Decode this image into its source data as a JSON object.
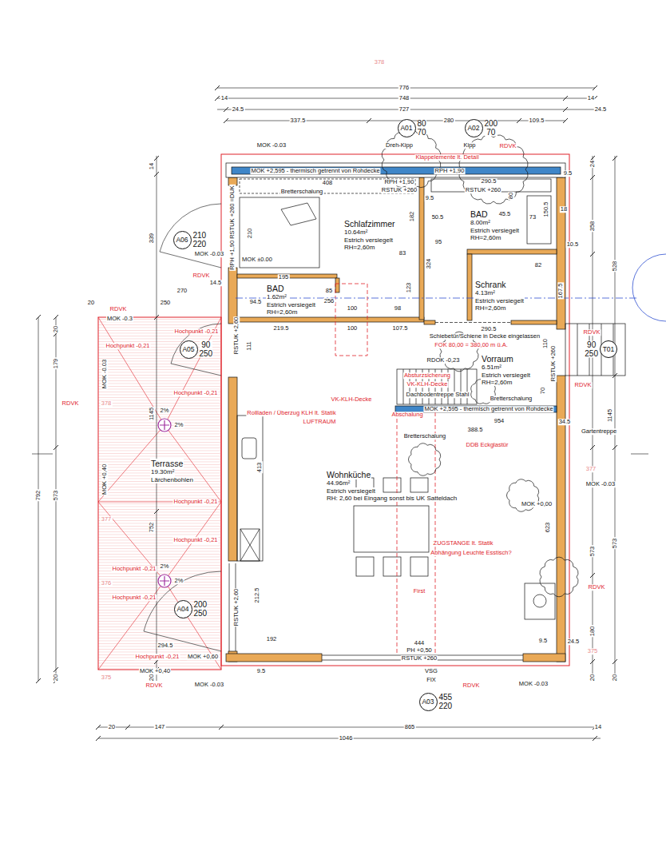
{
  "diagram": {
    "nodes": [
      {
        "text": [
          "A01",
          "80 70"
        ]
      },
      {
        "text": [
          "A02",
          "200 70"
        ]
      },
      {
        "text": [
          "Schlafzimmer",
          "10.64m²",
          "Estrich versiegelt",
          "RH=2,60m"
        ]
      },
      {
        "text": [
          "BAD",
          "8.00m²",
          "Estrich versiegelt",
          "RH=2,60m"
        ]
      },
      {
        "text": [
          "A06",
          "210 220"
        ]
      },
      {
        "text": [
          "BAD",
          "1.62m²",
          "Estrich versiegelt",
          "RH=2,60m"
        ]
      },
      {
        "text": [
          "Schrank",
          "4.13m²",
          "Estrich versiegelt",
          "RH=2,60m"
        ]
      },
      {
        "text": [
          "A05",
          "90 250"
        ]
      },
      {
        "text": [
          "T01",
          "90 250"
        ]
      },
      {
        "text": [
          "Vorraum",
          "6.51m²",
          "Estrich versiegelt",
          "RH=2,60m"
        ]
      },
      {
        "text": [
          "Wohnküche",
          "44.96m²",
          "Estrich versiegelt",
          "RH: 2,60 bei Eingang sonst bis UK Satteldach"
        ]
      },
      {
        "text": [
          "Terrasse",
          "19.30m²",
          "Lärchenbohlen"
        ]
      },
      {
        "text": [
          "A04",
          "200 250"
        ]
      },
      {
        "text": [
          "A03",
          "455 220"
        ]
      }
    ],
    "edges": [],
    "labels": [
      "378",
      "776",
      "748",
      "14",
      "14",
      "24.5",
      "727",
      "24.5",
      "337.5",
      "280",
      "109.5",
      "Dreh-Kipp",
      "Kipp",
      "MOK -0.03",
      "RDVK",
      "Klappelemente lt. Detail",
      "MOK +2,595 - thermisch getrennt von Rohdecke",
      "RPH +1,90",
      "408",
      "RPH +1,90",
      "RSTUK +260",
      "290.5",
      "RSTUK +260",
      "Bretterschalung",
      "RPH +1,90 RSTUK +260 =DUK",
      "210",
      "182",
      "50.5",
      "45.5",
      "73",
      "80",
      "150.5",
      "18",
      "9.5",
      "9.5",
      "95",
      "83",
      "14",
      "339",
      "RDVK",
      "MOK -0.03",
      "MOK ±0.00",
      "14.5",
      "270",
      "20",
      "250",
      "RDVK",
      "MOK -0.3",
      "20",
      "179",
      "1145",
      "195",
      "94.5",
      "85",
      "256",
      "100",
      "98",
      "219.5",
      "100",
      "107.5",
      "123",
      "324",
      "82",
      "167.5",
      "10.5",
      "358",
      "24",
      "528",
      "290.5",
      "RDVK",
      "Schiebetür/Schiene in Decke eingelassen",
      "FOK 80,00 = 380,00 m ü.A.",
      "RDOK -0,23",
      "RSTUK +2,60",
      "111",
      "110",
      "RSTUK +260",
      "70",
      "1145",
      "RDVK",
      "Absturzsicherung",
      "VK-KLH-Decke",
      "Dachbodentreppe Stahl",
      "Bretterschalung",
      "VK-KLH-Decke",
      "RDVK",
      "378",
      "MOK -0.03",
      "Hochpunkt -0,21",
      "Hochpunkt -0,21",
      "Hochpunkt -0,21",
      "Rollladen / Überzug KLH lt. Statik",
      "Abschalung",
      "MOK +2,595 - thermisch getrennt von Rohdecke",
      "LUFTRAUM",
      "954",
      "34.5",
      "388.5",
      "Gartentreppe",
      "Bretterschalung",
      "DDB Eckglastür",
      "413",
      "MOK -0.03",
      "792",
      "573",
      "MOK +0,40",
      "377",
      "377",
      "Hochpunkt -0,21",
      "752",
      "MOK +0,00",
      "623",
      "Hochpunkt -0,21",
      "ZUGSTANGE lt. Statik",
      "Abhängung Leuchte Esstisch?",
      "573",
      "573",
      "Hochpunkt -0,21",
      "376",
      "Hochpunkt -0,21",
      "First",
      "RDVK",
      "212.5",
      "RSTUK +2,60",
      "180",
      "192",
      "9.5",
      "24.5",
      "294.5",
      "444",
      "PH +0,50",
      "RSTUK +260",
      "Hochpunkt -0,21",
      "MOK +0,60",
      "MOK +0,40",
      "9.5",
      "VSG",
      "FIX",
      "20",
      "20",
      "20",
      "20",
      "375",
      "375",
      "RDVK",
      "MOK -0.03",
      "RDVK",
      "MOK -0.03",
      "20",
      "147",
      "865",
      "14",
      "1046",
      "2%",
      "2%",
      "2%",
      "2%"
    ]
  }
}
